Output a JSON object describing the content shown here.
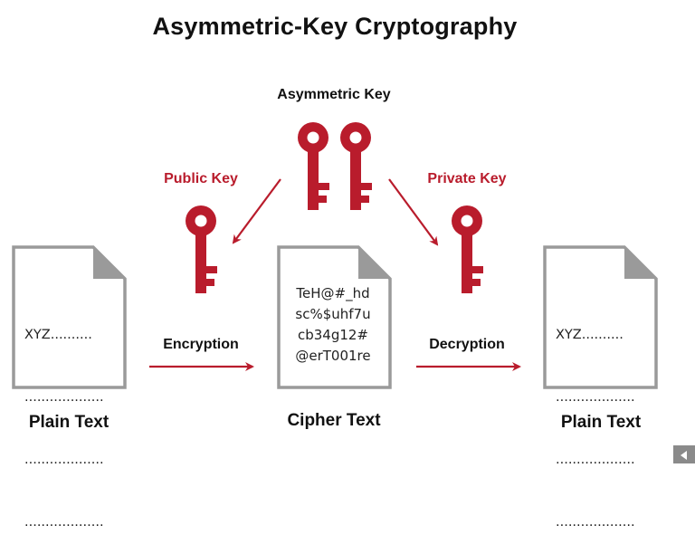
{
  "title": "Asymmetric-Key Cryptography",
  "asymmetric_key_label": "Asymmetric Key",
  "public_key_label": "Public Key",
  "private_key_label": "Private Key",
  "encryption_label": "Encryption",
  "decryption_label": "Decryption",
  "plain_doc": {
    "line1": "XYZ..........",
    "line2": "...................",
    "line3": "...................",
    "line4": "..................."
  },
  "cipher_doc": {
    "line1": "TeH@#_hd",
    "line2": "sc%$uhf7u",
    "line3": "cb34g12#",
    "line4": "@erT001re"
  },
  "left_caption": "Plain Text",
  "center_caption": "Cipher Text",
  "right_caption": "Plain Text",
  "colors": {
    "accent_red": "#b91c2c",
    "doc_border": "#9a9a9a",
    "doc_fold": "#9a9a9a"
  },
  "icons": [
    "key-icon",
    "document-icon",
    "arrow-icon"
  ]
}
